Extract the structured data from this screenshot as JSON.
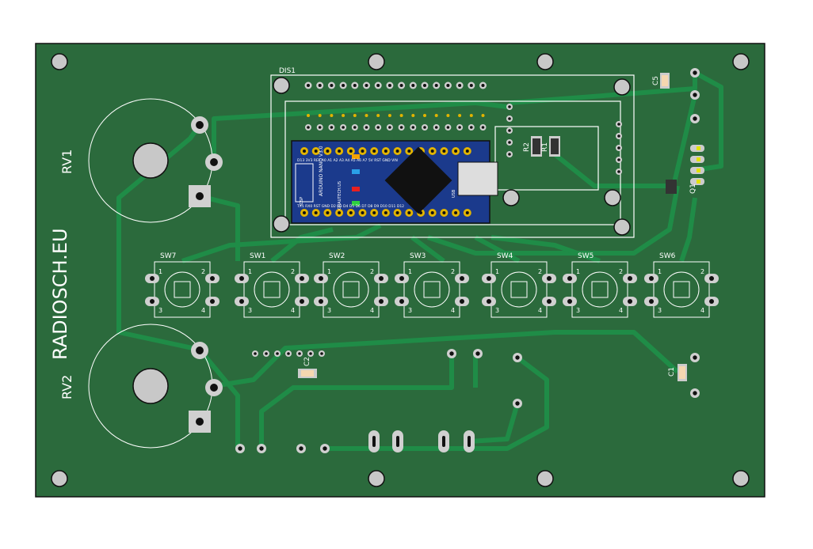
{
  "colors": {
    "board": "#2b6a3c",
    "trace": "#1f8c47",
    "silk": "#ffffff",
    "pad": "#c8c8c8",
    "arduino": "#1b3a8c",
    "gold": "#e2b400"
  },
  "board_text": "RADIOSCH.EU",
  "display": {
    "label": "DIS1"
  },
  "pots": [
    {
      "label": "RV1"
    },
    {
      "label": "RV2"
    }
  ],
  "switches": [
    {
      "label": "SW7"
    },
    {
      "label": "SW1"
    },
    {
      "label": "SW2"
    },
    {
      "label": "SW3"
    },
    {
      "label": "SW4"
    },
    {
      "label": "SW5"
    },
    {
      "label": "SW6"
    }
  ],
  "switch_pins": [
    "1",
    "2",
    "3",
    "4"
  ],
  "components": {
    "c1": "C1",
    "c2": "C2",
    "c5": "C5",
    "r1": "R1",
    "r2": "R2",
    "q1": "Q1"
  },
  "arduino": {
    "name": "ARDUINO NANO V3.0",
    "maker": "GRAUTECH.US",
    "top_pins": "D13 3V3 REF A0 A1 A2 A3 A4 A5 A6 A7 5V RST GND VIN",
    "bottom_pins": "TX1 RX0 RST GND D2 D3 D4 D5 D6 D7 D8 D9 D10 D11 D12",
    "icsp": "ICSP",
    "usb": "USB"
  }
}
